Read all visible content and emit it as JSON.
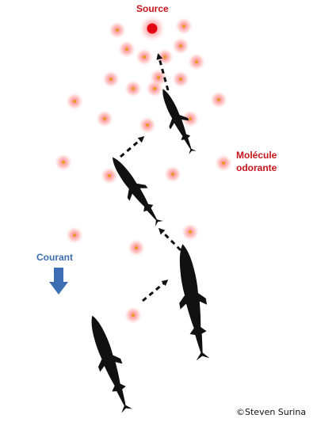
{
  "labels": {
    "source": "Source",
    "molecule": "Molécule\nodorante",
    "current": "Courant",
    "credit": "©Steven Surina"
  },
  "colors": {
    "source": "#e30613",
    "molecule_core": "#d9a400",
    "molecule_glow": "#ff7a7a",
    "shark": "#111111",
    "arrow": "#111111",
    "current_arrow": "#3d6eb4",
    "label_red": "#c8141c",
    "label_blue": "#3d6eb4"
  },
  "icons": {
    "shark": "shark-silhouette",
    "current": "down-arrow-icon"
  }
}
